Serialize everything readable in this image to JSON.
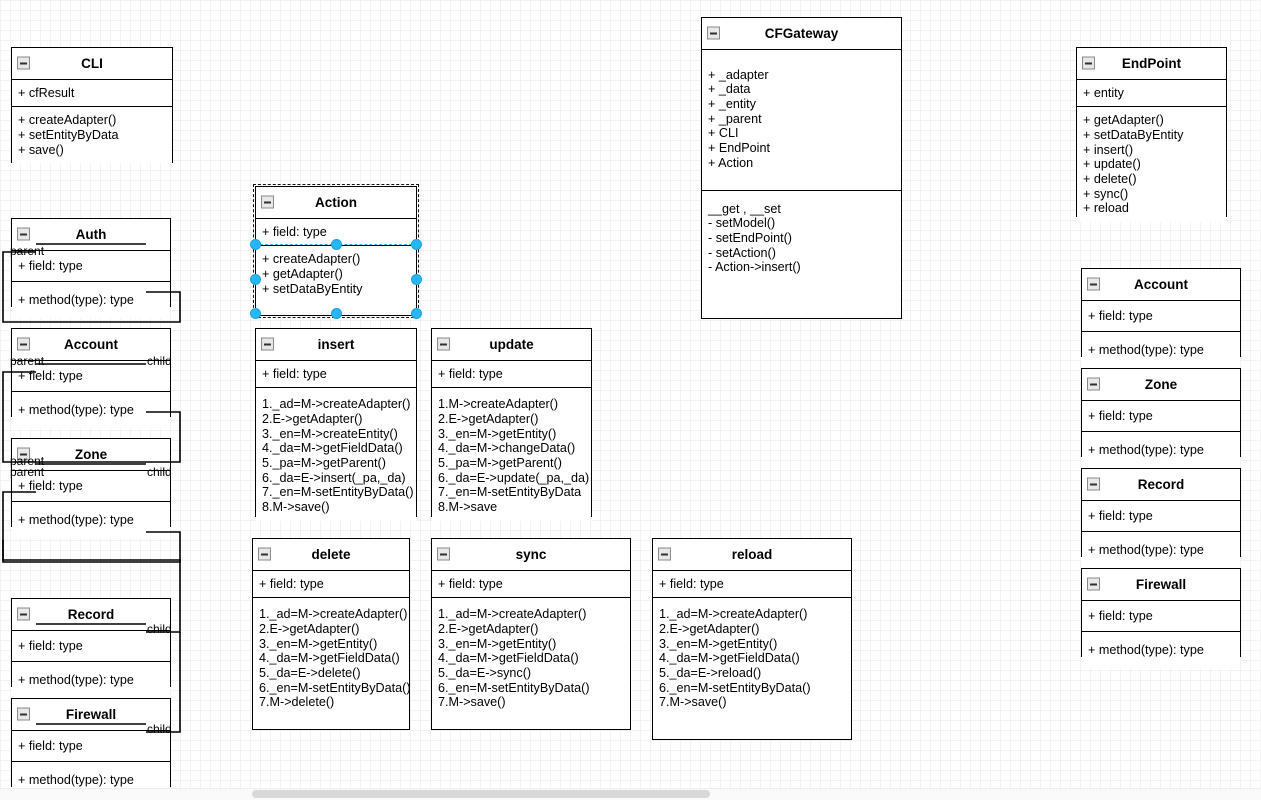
{
  "app": {
    "collapse_icon": "collapse-minus-icon"
  },
  "classes": {
    "cli": {
      "name": "CLI",
      "attributes": [
        "+ cfResult"
      ],
      "methods": [
        "+ createAdapter()",
        "+ setEntityByData",
        "+ save()"
      ]
    },
    "action": {
      "name": "Action",
      "attributes": [
        "+ field: type"
      ],
      "methods": [
        "+ createAdapter()",
        "+ getAdapter()",
        "+ setDataByEntity"
      ],
      "selected": true
    },
    "cfgateway": {
      "name": "CFGateway",
      "attributes": [
        "+ _adapter",
        "+ _data",
        "+ _entity",
        "+ _parent",
        "+ CLI",
        "+ EndPoint",
        "+ Action"
      ],
      "methods": [
        "__get , __set",
        "- setModel()",
        "- setEndPoint()",
        "- setAction()",
        "- Action->insert()"
      ]
    },
    "endpoint": {
      "name": "EndPoint",
      "attributes": [
        "+  entity"
      ],
      "methods": [
        "+ getAdapter()",
        "+ setDataByEntity",
        "+ insert()",
        "+ update()",
        "+ delete()",
        "+ sync()",
        "+ reload"
      ]
    },
    "insert": {
      "name": "insert",
      "attributes": [
        "+ field: type"
      ],
      "methods": [
        "1._ad=M->createAdapter()",
        "2.E->getAdapter()",
        "3._en=M->createEntity()",
        "4._da=M->getFieldData()",
        "5._pa=M->getParent()",
        "6._da=E->insert(_pa,_da)",
        "7._en=M-setEntityByData()",
        "8.M->save()"
      ]
    },
    "update": {
      "name": "update",
      "attributes": [
        "+ field: type"
      ],
      "methods": [
        "1.M->createAdapter()",
        "2.E->getAdapter()",
        "3._en=M->getEntity()",
        "4._da=M->changeData()",
        "5._pa=M->getParent()",
        "6._da=E->update(_pa,_da)",
        "7._en=M-setEntityByData",
        "8.M->save"
      ]
    },
    "delete": {
      "name": "delete",
      "attributes": [
        "+ field: type"
      ],
      "methods": [
        "1._ad=M->createAdapter()",
        "2.E->getAdapter()",
        "3._en=M->getEntity()",
        "4._da=M->getFieldData()",
        "5._da=E->delete()",
        "6._en=M-setEntityByData()",
        "7.M->delete()"
      ]
    },
    "sync": {
      "name": "sync",
      "attributes": [
        "+ field: type"
      ],
      "methods": [
        "1._ad=M->createAdapter()",
        "2.E->getAdapter()",
        "3._en=M->getEntity()",
        "4._da=M->getFieldData()",
        "5._da=E->sync()",
        "6._en=M-setEntityByData()",
        "7.M->save()"
      ]
    },
    "reload": {
      "name": "reload",
      "attributes": [
        "+ field: type"
      ],
      "methods": [
        "1._ad=M->createAdapter()",
        "2.E->getAdapter()",
        "3._en=M->getEntity()",
        "4._da=M->getFieldData()",
        "5._da=E->reload()",
        "6._en=M-setEntityByData()",
        "7.M->save()"
      ]
    },
    "auth_left": {
      "name": "Auth",
      "attributes": [
        "+ field: type"
      ],
      "methods": [
        "+ method(type): type"
      ]
    },
    "account_left": {
      "name": "Account",
      "attributes": [
        "+ field: type"
      ],
      "methods": [
        "+ method(type): type"
      ]
    },
    "zone_left": {
      "name": "Zone",
      "attributes": [
        "+ field: type"
      ],
      "methods": [
        "+ method(type): type"
      ]
    },
    "record_left": {
      "name": "Record",
      "attributes": [
        "+ field: type"
      ],
      "methods": [
        "+ method(type): type"
      ]
    },
    "firewall_left": {
      "name": "Firewall",
      "attributes": [
        "+ field: type"
      ],
      "methods": [
        "+ method(type): type"
      ]
    },
    "account_right": {
      "name": "Account",
      "attributes": [
        "+ field: type"
      ],
      "methods": [
        "+ method(type): type"
      ]
    },
    "zone_right": {
      "name": "Zone",
      "attributes": [
        "+ field: type"
      ],
      "methods": [
        "+ method(type): type"
      ]
    },
    "record_right": {
      "name": "Record",
      "attributes": [
        "+ field: type"
      ],
      "methods": [
        "+ method(type): type"
      ]
    },
    "firewall_right": {
      "name": "Firewall",
      "attributes": [
        "+ field: type"
      ],
      "methods": [
        "+ method(type): type"
      ]
    }
  },
  "edge_labels": {
    "auth_parent": "parent",
    "account_parent": "parent",
    "account_child": "child",
    "zone_parent_a": "parent",
    "zone_parent_b": "parent",
    "zone_child": "child",
    "record_child": "child",
    "firewall_child": "child"
  },
  "colors": {
    "selection_handle": "#29b6f6",
    "class_border": "#000000",
    "grid_major": "#d9d9d9",
    "grid_minor": "#f2f2f2"
  }
}
